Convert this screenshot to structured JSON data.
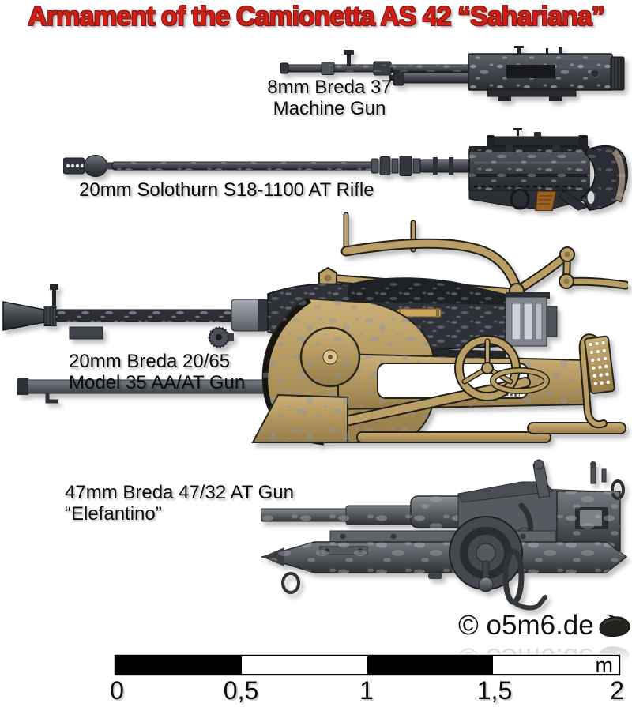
{
  "title": "Armament of the Camionetta AS 42 “Sahariana”",
  "weapons": [
    {
      "id": "breda-37",
      "label_lines": [
        "8mm Breda 37",
        "Machine Gun"
      ]
    },
    {
      "id": "solothurn-s18-1100",
      "label_lines": [
        "20mm Solothurn S18-1100 AT Rifle"
      ]
    },
    {
      "id": "breda-20-65",
      "label_lines": [
        "20mm Breda 20/65",
        "Model 35 AA/AT Gun"
      ]
    },
    {
      "id": "breda-47-32",
      "label_lines": [
        "47mm Breda 47/32 AT Gun",
        "“Elefantino”"
      ]
    }
  ],
  "credit": {
    "text": "© o5m6.de",
    "logo_icon": "o5m6-logo"
  },
  "scale_bar": {
    "unit": "m",
    "tick_labels": [
      "0",
      "0,5",
      "1",
      "1,5",
      "2"
    ],
    "length_m": 2,
    "segments": 4
  },
  "colors": {
    "title_red": "#cf2017",
    "carriage_tan": "#b99e66",
    "paint_chip_gray": "#8a94aa",
    "gun_dark_gray": "#3a3e45",
    "gun_mid_gray": "#63676d",
    "grip_brown": "#9a6124",
    "background": "#ffffff"
  }
}
